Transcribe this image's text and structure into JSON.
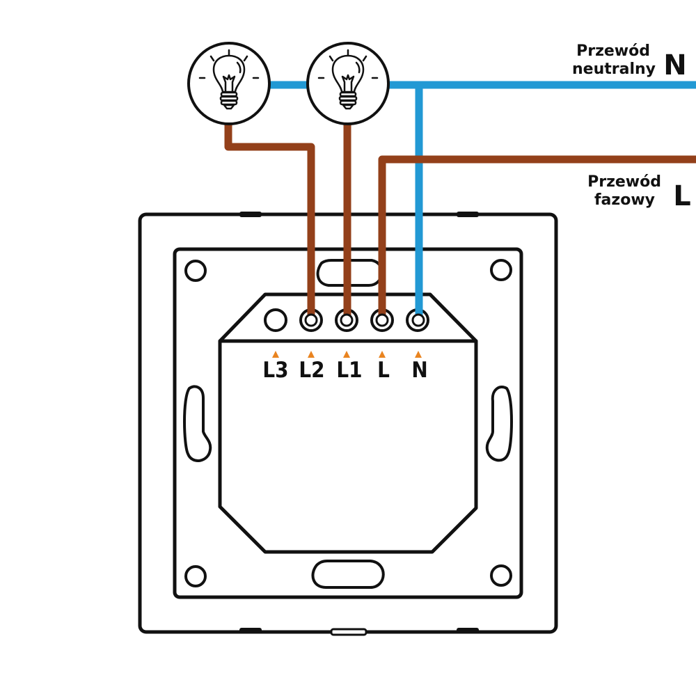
{
  "wire_labels": {
    "neutral_line1": "Przewód",
    "neutral_line2": "neutralny",
    "neutral_letter": "N",
    "phase_line1": "Przewód",
    "phase_line2": "fazowy",
    "phase_letter": "L"
  },
  "terminals": [
    "L3",
    "L2",
    "L1",
    "L",
    "N"
  ],
  "colors": {
    "neutral_wire": "#2299d4",
    "phase_wire": "#93401a",
    "marker": "#e98420",
    "outline": "#111111"
  },
  "icons": [
    "light-bulb-icon",
    "light-bulb-icon"
  ]
}
